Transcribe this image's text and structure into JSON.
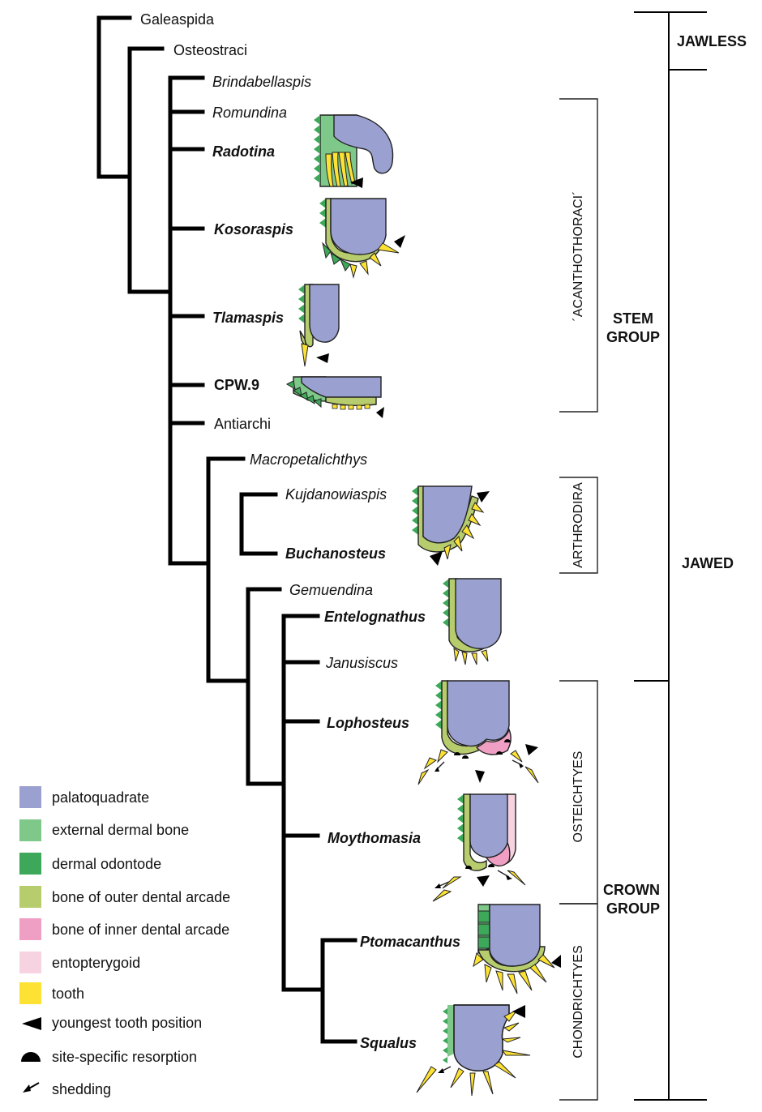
{
  "colors": {
    "palatoquadrate": "#9aa0cf",
    "external_dermal_bone": "#7ec889",
    "dermal_odontode": "#3ea85a",
    "outer_arcade": "#b7cc6d",
    "inner_arcade": "#ef9ec4",
    "entopterygoid": "#f7d3e2",
    "tooth": "#fde233"
  },
  "taxa": [
    {
      "label": "Galeaspida",
      "style": "plain"
    },
    {
      "label": "Osteostraci",
      "style": "plain"
    },
    {
      "label": "Brindabellaspis",
      "style": "italic"
    },
    {
      "label": "Romundina",
      "style": "italic"
    },
    {
      "label": "Radotina",
      "style": "bold-italic"
    },
    {
      "label": "Kosoraspis",
      "style": "bold-italic"
    },
    {
      "label": "Tlamaspis",
      "style": "bold-italic"
    },
    {
      "label": "CPW.9",
      "style": "bold"
    },
    {
      "label": "Antiarchi",
      "style": "plain"
    },
    {
      "label": "Macropetalichthys",
      "style": "italic"
    },
    {
      "label": "Kujdanowiaspis",
      "style": "italic"
    },
    {
      "label": "Buchanosteus",
      "style": "bold-italic"
    },
    {
      "label": "Gemuendina",
      "style": "italic"
    },
    {
      "label": "Entelognathus",
      "style": "bold-italic"
    },
    {
      "label": "Janusiscus",
      "style": "italic"
    },
    {
      "label": "Lophosteus",
      "style": "bold-italic"
    },
    {
      "label": "Moythomasia",
      "style": "bold-italic"
    },
    {
      "label": "Ptomacanthus",
      "style": "bold-italic"
    },
    {
      "label": "Squalus",
      "style": "bold-italic"
    }
  ],
  "groups": {
    "jawless": "JAWLESS",
    "jawed": "JAWED",
    "stem_line1": "STEM",
    "stem_line2": "GROUP",
    "crown_line1": "CROWN",
    "crown_line2": "GROUP"
  },
  "brackets": {
    "acanthothoraci": "´ACANTHOTHORACI´",
    "arthrodira": "ARTHRODIRA",
    "osteichtyes": "OSTEICHTYES",
    "chondrichtyes": "CHONDRICHTYES"
  },
  "legend": [
    {
      "label": "palatoquadrate",
      "swatch": "palatoquadrate"
    },
    {
      "label": "external dermal bone",
      "swatch": "external_dermal_bone"
    },
    {
      "label": "dermal odontode",
      "swatch": "dermal_odontode"
    },
    {
      "label": "bone of outer dental arcade",
      "swatch": "outer_arcade"
    },
    {
      "label": "bone of inner dental arcade",
      "swatch": "inner_arcade"
    },
    {
      "label": "entopterygoid",
      "swatch": "entopterygoid"
    },
    {
      "label": "tooth",
      "swatch": "tooth"
    },
    {
      "label": "youngest tooth position",
      "swatch": "arrowhead"
    },
    {
      "label": "site-specific resorption",
      "swatch": "semicircle"
    },
    {
      "label": "shedding",
      "swatch": "shed-arrow"
    }
  ]
}
